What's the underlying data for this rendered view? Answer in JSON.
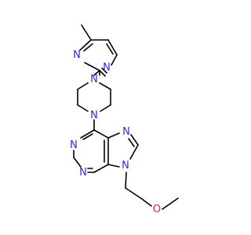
{
  "molecule": {
    "atoms": {
      "n_pyr_top": {
        "symbol": "N",
        "color": "#2b2bd6"
      },
      "n_pyr_left": {
        "symbol": "N",
        "color": "#2b2bd6"
      },
      "n_pz_top": {
        "symbol": "N",
        "color": "#2b2bd6"
      },
      "n_pz_bot": {
        "symbol": "N",
        "color": "#2b2bd6"
      },
      "n_pur_1": {
        "symbol": "N",
        "color": "#2b2bd6"
      },
      "n_pur_3": {
        "symbol": "N",
        "color": "#2b2bd6"
      },
      "n_pur_7": {
        "symbol": "N",
        "color": "#2b2bd6"
      },
      "n_pur_9": {
        "symbol": "N",
        "color": "#2b2bd6"
      },
      "o_ether": {
        "symbol": "O",
        "color": "#d62b2b"
      }
    }
  }
}
